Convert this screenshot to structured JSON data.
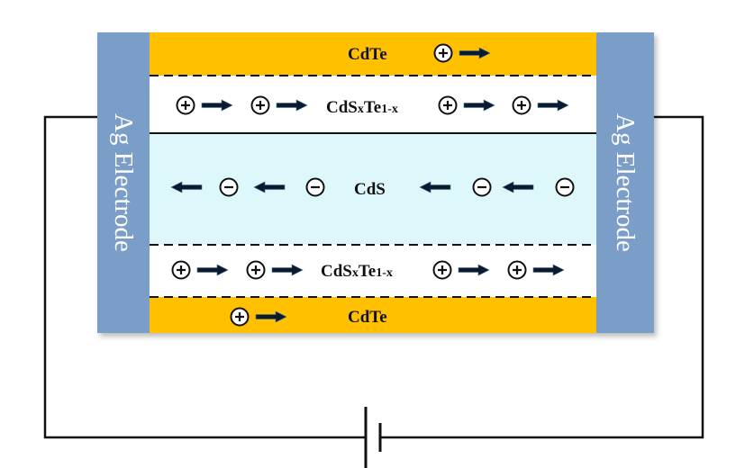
{
  "layers": {
    "top_cdte": "CdTe",
    "top_alloy_main": "CdS",
    "top_alloy_sub": "x",
    "top_alloy_rest": "Te",
    "top_alloy_sub2": "1-x",
    "center_cds": "CdS",
    "bottom_alloy_main": "CdS",
    "bottom_alloy_sub": "x",
    "bottom_alloy_rest": "Te",
    "bottom_alloy_sub2": "1-x",
    "bottom_cdte": "CdTe"
  },
  "electrodes": {
    "left": "Ag Electrode",
    "right": "Ag Electrode"
  },
  "charges": {
    "positive": "+",
    "negative": "−"
  },
  "colors": {
    "cdte": "#FFC000",
    "cds": "#DDF7FB",
    "alloy": "#FFFFFF",
    "electrode": "#7B9EC9",
    "wire": "#111111"
  }
}
